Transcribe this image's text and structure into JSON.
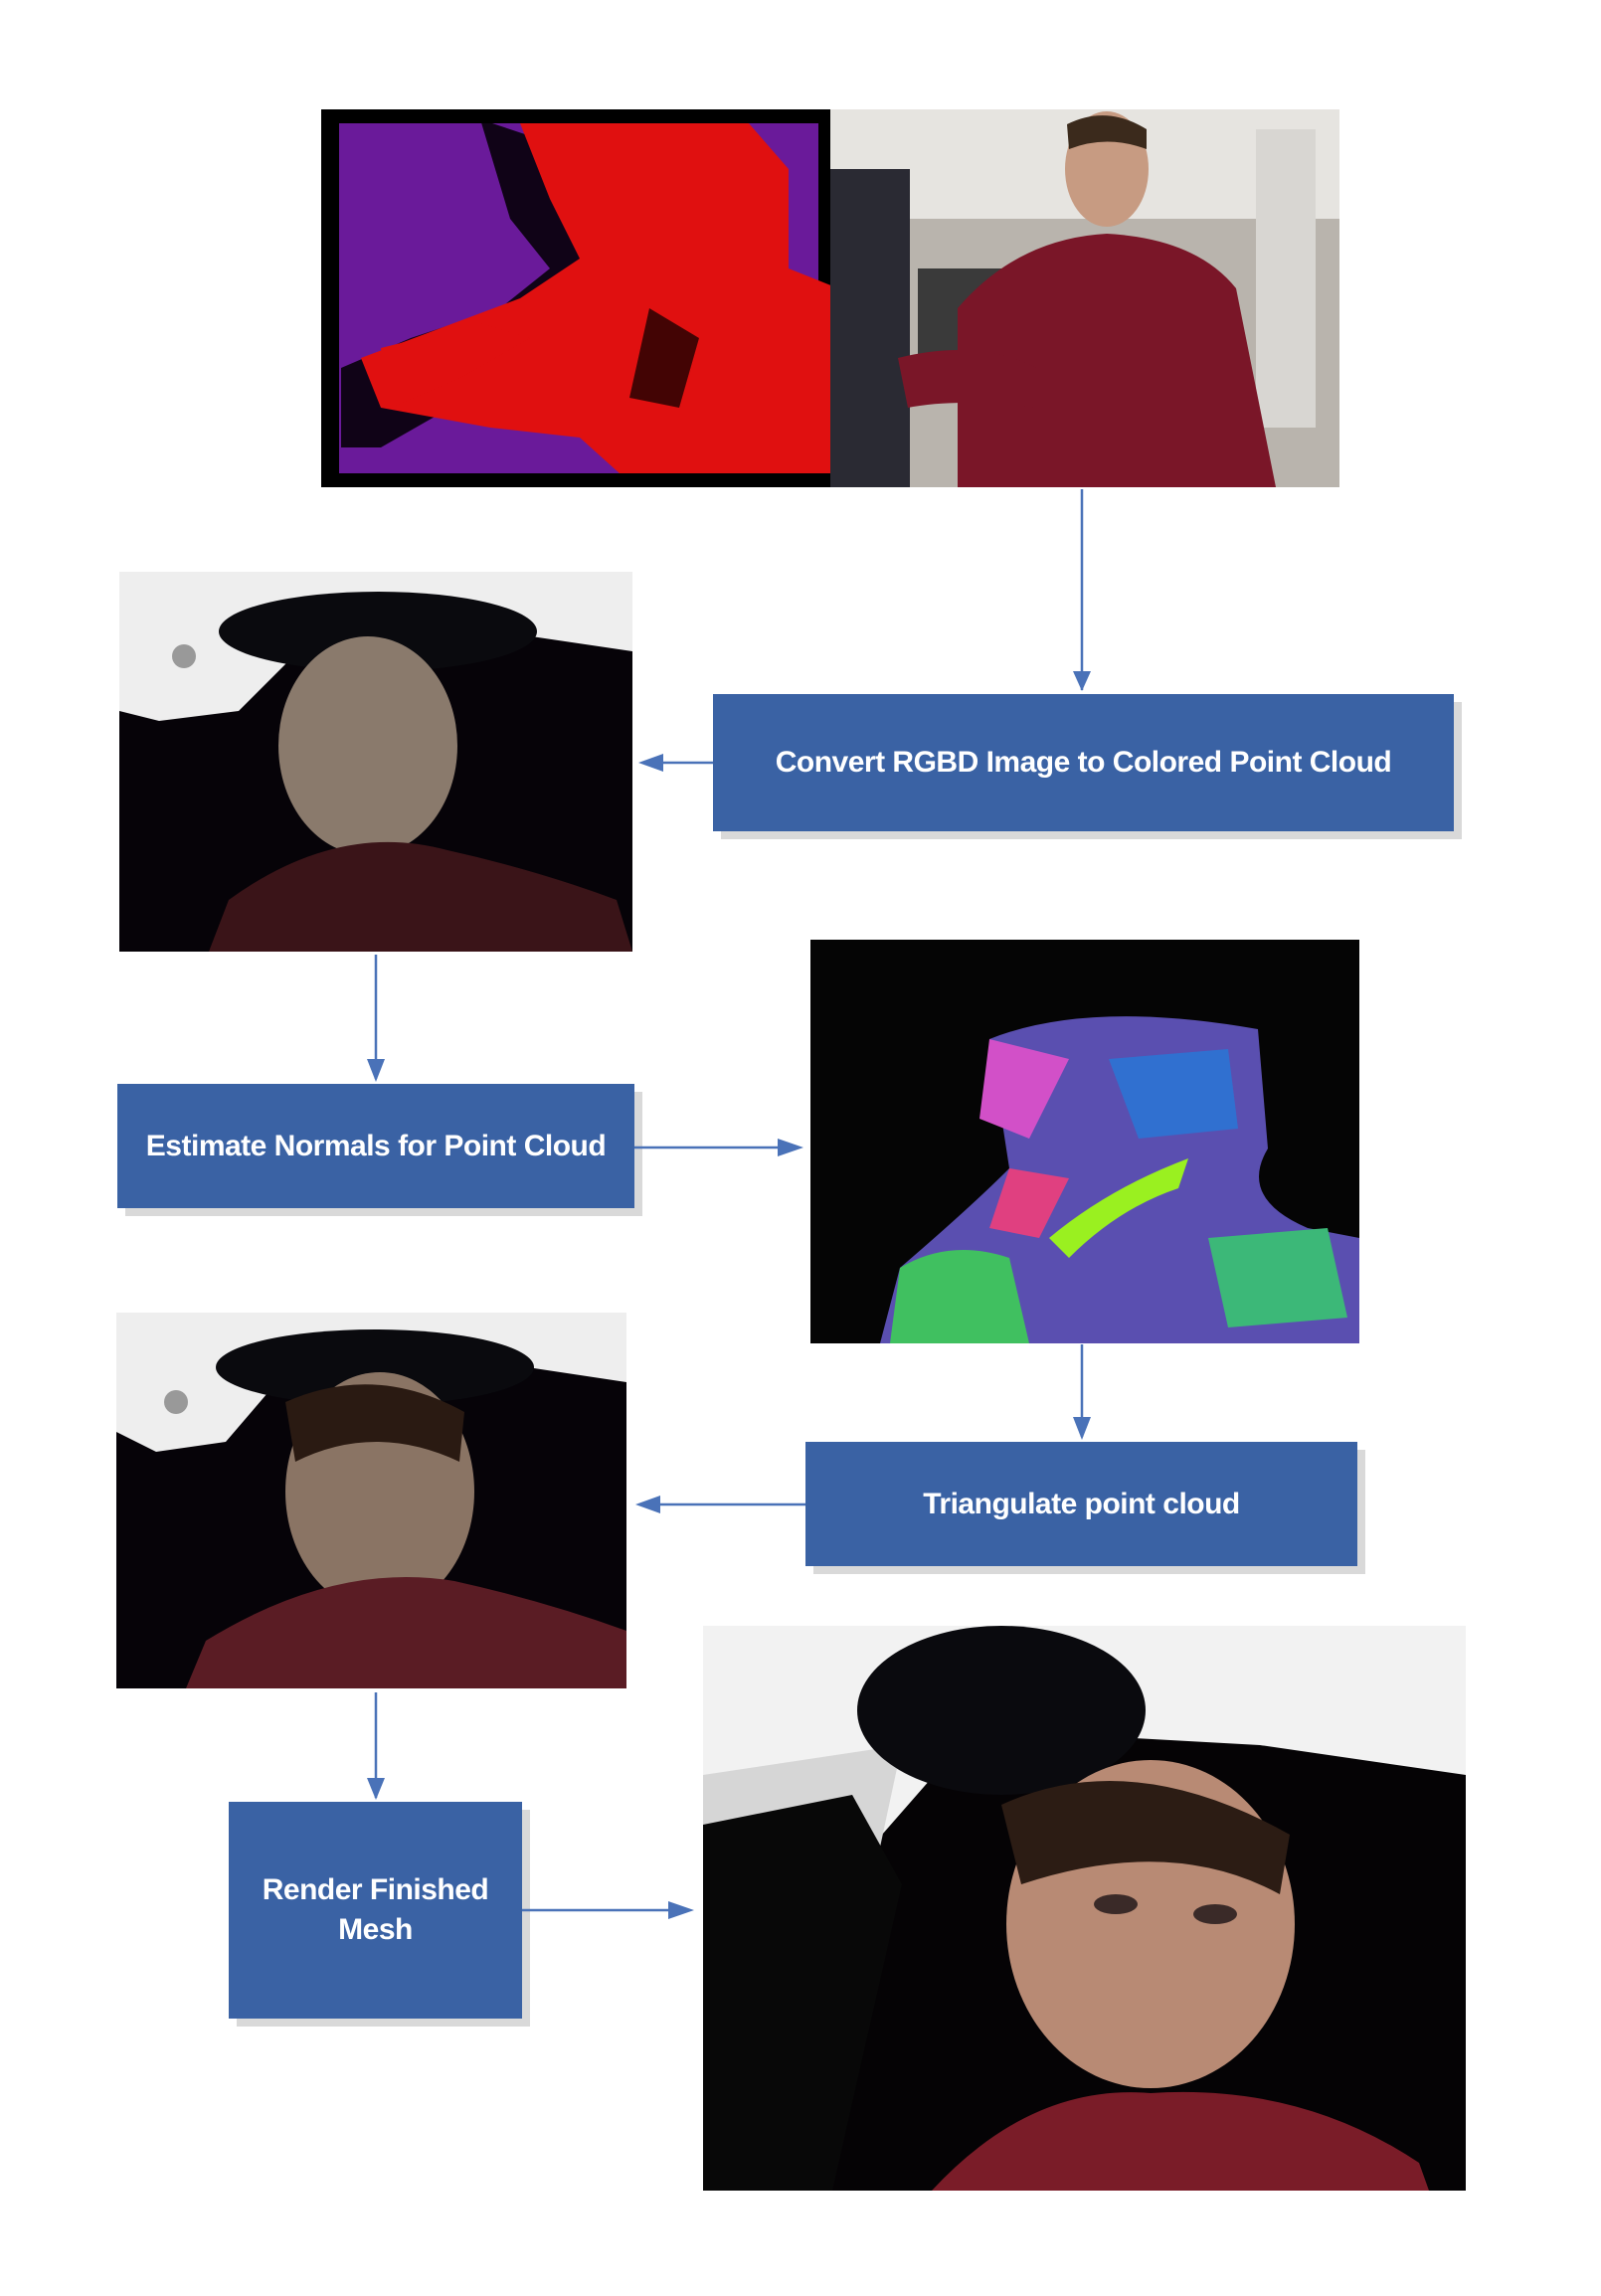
{
  "steps": {
    "convert": "Convert RGBD Image to Colored Point Cloud",
    "normals": "Estimate Normals for Point Cloud",
    "triangulate": "Triangulate point cloud",
    "render_line1": "Render Finished",
    "render_line2": "Mesh"
  },
  "colors": {
    "box_fill": "#3a62a4",
    "box_text": "#ffffff",
    "arrow": "#4a72b8",
    "depth_red": "#e01010",
    "depth_purple": "#6a1a9a"
  },
  "images": [
    "depth-and-rgb-input-image",
    "colored-point-cloud-image",
    "normals-visualization-image",
    "triangulated-mesh-image",
    "rendered-mesh-image"
  ]
}
